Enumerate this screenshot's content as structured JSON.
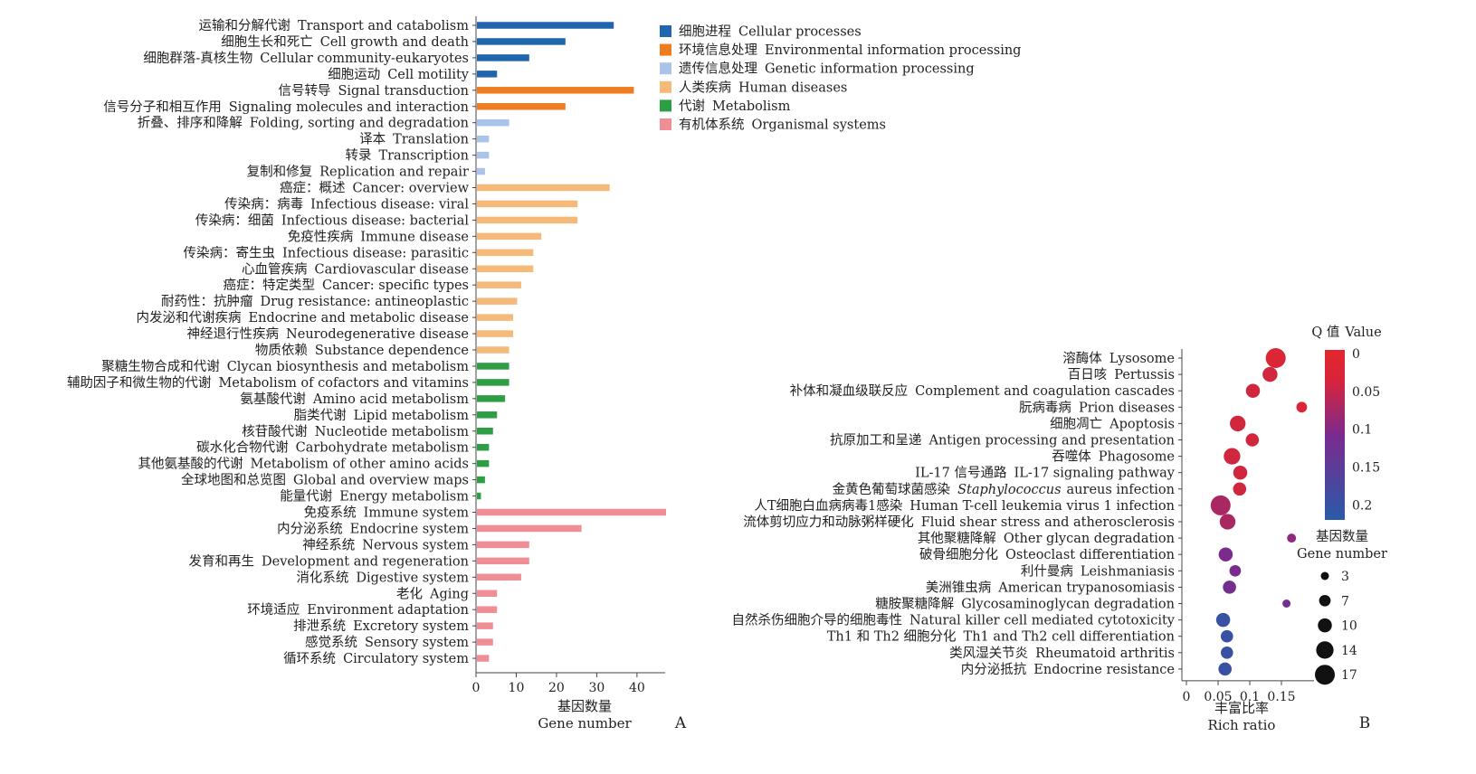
{
  "chart_data": [
    {
      "type": "bar",
      "orientation": "horizontal",
      "panel_letter": "A",
      "xlabel_cn": "基因数量",
      "xlabel_en": "Gene number",
      "xlim": [
        0,
        47
      ],
      "xticks": [
        0,
        10,
        20,
        30,
        40
      ],
      "legend": {
        "placement": "top-right",
        "entries": [
          {
            "cn": "细胞进程",
            "en": "Cellular processes",
            "color": "#2166ac"
          },
          {
            "cn": "环境信息处理",
            "en": "Environmental information processing",
            "color": "#ee7d22"
          },
          {
            "cn": "遗传信息处理",
            "en": "Genetic information processing",
            "color": "#a9c4e8"
          },
          {
            "cn": "人类疾病",
            "en": "Human diseases",
            "color": "#f5b97a"
          },
          {
            "cn": "代谢",
            "en": "Metabolism",
            "color": "#2e9e44"
          },
          {
            "cn": "有机体系统",
            "en": "Organismal systems",
            "color": "#ef8e95"
          }
        ]
      },
      "categories": [
        {
          "cn": "运输和分解代谢",
          "en": "Transport and catabolism",
          "value": 34,
          "group": 0
        },
        {
          "cn": "细胞生长和死亡",
          "en": "Cell growth and death",
          "value": 22,
          "group": 0
        },
        {
          "cn": "细胞群落-真核生物",
          "en": "Cellular community-eukaryotes",
          "value": 13,
          "group": 0
        },
        {
          "cn": "细胞运动",
          "en": "Cell motility",
          "value": 5,
          "group": 0
        },
        {
          "cn": "信号转导",
          "en": "Signal transduction",
          "value": 39,
          "group": 1
        },
        {
          "cn": "信号分子和相互作用",
          "en": "Signaling molecules and interaction",
          "value": 22,
          "group": 1
        },
        {
          "cn": "折叠、排序和降解",
          "en": "Folding, sorting and degradation",
          "value": 8,
          "group": 2
        },
        {
          "cn": "译本",
          "en": "Translation",
          "value": 3,
          "group": 2
        },
        {
          "cn": "转录",
          "en": "Transcription",
          "value": 3,
          "group": 2
        },
        {
          "cn": "复制和修复",
          "en": "Replication and repair",
          "value": 2,
          "group": 2
        },
        {
          "cn": "癌症：概述",
          "en": "Cancer: overview",
          "value": 33,
          "group": 3
        },
        {
          "cn": "传染病：病毒",
          "en": "Infectious disease: viral",
          "value": 25,
          "group": 3
        },
        {
          "cn": "传染病：细菌",
          "en": "Infectious disease: bacterial",
          "value": 25,
          "group": 3
        },
        {
          "cn": "免疫性疾病",
          "en": "Immune disease",
          "value": 16,
          "group": 3
        },
        {
          "cn": "传染病：寄生虫",
          "en": "Infectious disease: parasitic",
          "value": 14,
          "group": 3
        },
        {
          "cn": "心血管疾病",
          "en": "Cardiovascular disease",
          "value": 14,
          "group": 3
        },
        {
          "cn": "癌症：特定类型",
          "en": "Cancer: specific types",
          "value": 11,
          "group": 3
        },
        {
          "cn": "耐药性：抗肿瘤",
          "en": "Drug resistance: antineoplastic",
          "value": 10,
          "group": 3
        },
        {
          "cn": "内发泌和代谢疾病",
          "en": "Endocrine and metabolic disease",
          "value": 9,
          "group": 3
        },
        {
          "cn": "神经退行性疾病",
          "en": "Neurodegenerative disease",
          "value": 9,
          "group": 3
        },
        {
          "cn": "物质依赖",
          "en": "Substance dependence",
          "value": 8,
          "group": 3
        },
        {
          "cn": "聚糖生物合成和代谢",
          "en": "Clycan biosynthesis and metabolism",
          "value": 8,
          "group": 4
        },
        {
          "cn": "辅助因子和微生物的代谢",
          "en": "Metabolism of cofactors and vitamins",
          "value": 8,
          "group": 4
        },
        {
          "cn": "氨基酸代谢",
          "en": "Amino acid metabolism",
          "value": 7,
          "group": 4
        },
        {
          "cn": "脂类代谢",
          "en": "Lipid metabolism",
          "value": 5,
          "group": 4
        },
        {
          "cn": "核苷酸代谢",
          "en": "Nucleotide metabolism",
          "value": 4,
          "group": 4
        },
        {
          "cn": "碳水化合物代谢",
          "en": "Carbohydrate metabolism",
          "value": 3,
          "group": 4
        },
        {
          "cn": "其他氨基酸的代谢",
          "en": "Metabolism of other amino acids",
          "value": 3,
          "group": 4
        },
        {
          "cn": "全球地图和总览图",
          "en": "Global and overview maps",
          "value": 2,
          "group": 4
        },
        {
          "cn": "能量代谢",
          "en": "Energy metabolism",
          "value": 1,
          "group": 4
        },
        {
          "cn": "免疫系统",
          "en": "Immune system",
          "value": 47,
          "group": 5
        },
        {
          "cn": "内分泌系统",
          "en": "Endocrine system",
          "value": 26,
          "group": 5
        },
        {
          "cn": "神经系统",
          "en": "Nervous system",
          "value": 13,
          "group": 5
        },
        {
          "cn": "发育和再生",
          "en": "Development and regeneration",
          "value": 13,
          "group": 5
        },
        {
          "cn": "消化系统",
          "en": "Digestive system",
          "value": 11,
          "group": 5
        },
        {
          "cn": "老化",
          "en": "Aging",
          "value": 5,
          "group": 5
        },
        {
          "cn": "环境适应",
          "en": "Environment adaptation",
          "value": 5,
          "group": 5
        },
        {
          "cn": "排泄系统",
          "en": "Excretory system",
          "value": 4,
          "group": 5
        },
        {
          "cn": "感觉系统",
          "en": "Sensory system",
          "value": 4,
          "group": 5
        },
        {
          "cn": "循环系统",
          "en": "Circulatory system",
          "value": 3,
          "group": 5
        }
      ]
    },
    {
      "type": "scatter",
      "subtype": "bubble",
      "panel_letter": "B",
      "xlabel_cn": "丰富比率",
      "xlabel_en": "Rich ratio",
      "xlim": [
        0,
        0.18
      ],
      "xticks": [
        {
          "value": 0,
          "label": "0"
        },
        {
          "value": 0.05,
          "label": "0.05"
        },
        {
          "value": 0.1,
          "label": "0.1"
        },
        {
          "value": 0.15,
          "label": "0.15"
        }
      ],
      "color_scale": {
        "title_cn": "Q 值",
        "title_en": "Value",
        "min": 0,
        "max": 0.22,
        "ticks": [
          "0",
          "0.05",
          "0.1",
          "0.15",
          "0.2"
        ],
        "tick_values": [
          0,
          0.05,
          0.1,
          0.15,
          0.2
        ],
        "low_color": "#e3262c",
        "mid_color": "#7b2a8e",
        "high_color": "#2a5aa8"
      },
      "size_legend": {
        "title_cn": "基因数量",
        "title_en": "Gene number",
        "values": [
          3,
          7,
          10,
          14,
          17
        ]
      },
      "points": [
        {
          "cn": "溶酶体",
          "en": "Lysosome",
          "rich": 0.141,
          "q": 0.01,
          "genes": 17
        },
        {
          "cn": "百日咳",
          "en": "Pertussis",
          "rich": 0.132,
          "q": 0.02,
          "genes": 11
        },
        {
          "cn": "补体和凝血级联反应",
          "en": "Complement and coagulation cascades",
          "rich": 0.105,
          "q": 0.02,
          "genes": 10
        },
        {
          "cn": "朊病毒病",
          "en": "Prion diseases",
          "rich": 0.182,
          "q": 0.01,
          "genes": 6
        },
        {
          "cn": "细胞凋亡",
          "en": "Apoptosis",
          "rich": 0.081,
          "q": 0.02,
          "genes": 12
        },
        {
          "cn": "抗原加工和呈递",
          "en": "Antigen processing and presentation",
          "rich": 0.104,
          "q": 0.02,
          "genes": 9
        },
        {
          "cn": "吞噬体",
          "en": "Phagosome",
          "rich": 0.072,
          "q": 0.02,
          "genes": 13
        },
        {
          "cn": "IL-17 信号通路",
          "en": "IL-17 signaling pathway",
          "rich": 0.085,
          "q": 0.02,
          "genes": 10
        },
        {
          "cn": "金黄色葡萄球菌感染",
          "en_italic": "Staphylococcus",
          "en": "aureus infection",
          "rich": 0.084,
          "q": 0.02,
          "genes": 9
        },
        {
          "cn": "人T细胞白血病病毒1感染",
          "en": "Human T-cell leukemia virus 1 infection",
          "rich": 0.054,
          "q": 0.06,
          "genes": 17
        },
        {
          "cn": "流体剪切应力和动脉粥样硬化",
          "en": "Fluid shear stress and atherosclerosis",
          "rich": 0.065,
          "q": 0.06,
          "genes": 12
        },
        {
          "cn": "其他聚糖降解",
          "en": "Other glycan degradation",
          "rich": 0.166,
          "q": 0.09,
          "genes": 4
        },
        {
          "cn": "破骨细胞分化",
          "en": "Osteoclast differentiation",
          "rich": 0.062,
          "q": 0.11,
          "genes": 10
        },
        {
          "cn": "利什曼病",
          "en": "Leishmaniasis",
          "rich": 0.077,
          "q": 0.11,
          "genes": 7
        },
        {
          "cn": "美洲锥虫病",
          "en": "American trypanosomiasis",
          "rich": 0.068,
          "q": 0.12,
          "genes": 9
        },
        {
          "cn": "糖胺聚糖降解",
          "en": "Glycosaminoglycan degradation",
          "rich": 0.158,
          "q": 0.12,
          "genes": 3
        },
        {
          "cn": "自然杀伤细胞介导的细胞毒性",
          "en": "Natural killer cell mediated cytotoxicity",
          "rich": 0.058,
          "q": 0.2,
          "genes": 10
        },
        {
          "cn": "Th1 和 Th2 细胞分化",
          "en": "Th1 and Th2 cell differentiation",
          "rich": 0.064,
          "q": 0.2,
          "genes": 8
        },
        {
          "cn": "类风湿关节炎",
          "en": "Rheumatoid arthritis",
          "rich": 0.064,
          "q": 0.2,
          "genes": 8
        },
        {
          "cn": "内分泌抵抗",
          "en": "Endocrine resistance",
          "rich": 0.061,
          "q": 0.2,
          "genes": 9
        }
      ]
    }
  ]
}
